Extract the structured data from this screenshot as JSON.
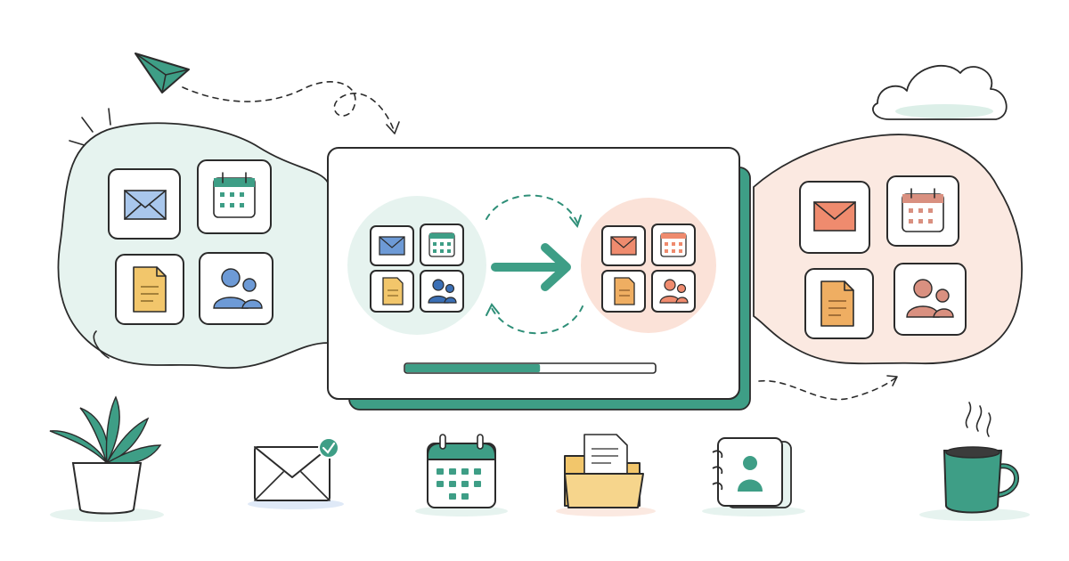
{
  "illustration": {
    "subject": "data-sync-migration",
    "progress_fraction": 0.54,
    "source_apps": [
      "mail-icon",
      "calendar-icon",
      "document-icon",
      "contacts-icon"
    ],
    "target_apps": [
      "mail-icon",
      "calendar-icon",
      "document-icon",
      "contacts-icon"
    ],
    "bottom_items": [
      "plant",
      "mail-with-check-icon",
      "calendar-icon",
      "folder-icon",
      "address-book-icon",
      "coffee-mug-icon"
    ]
  },
  "colors": {
    "teal": "#3e9e86",
    "teal_dark": "#2f8f78",
    "source_tint": "#e6f3ef",
    "target_tint": "#fbe9e1",
    "mail_blue": "#a9c7ec",
    "doc_yellow": "#f2c66b",
    "contact_blue": "#6d9ad6",
    "coral": "#ef8b6e",
    "doc_orange": "#efae62",
    "contact_rose": "#d99080"
  }
}
